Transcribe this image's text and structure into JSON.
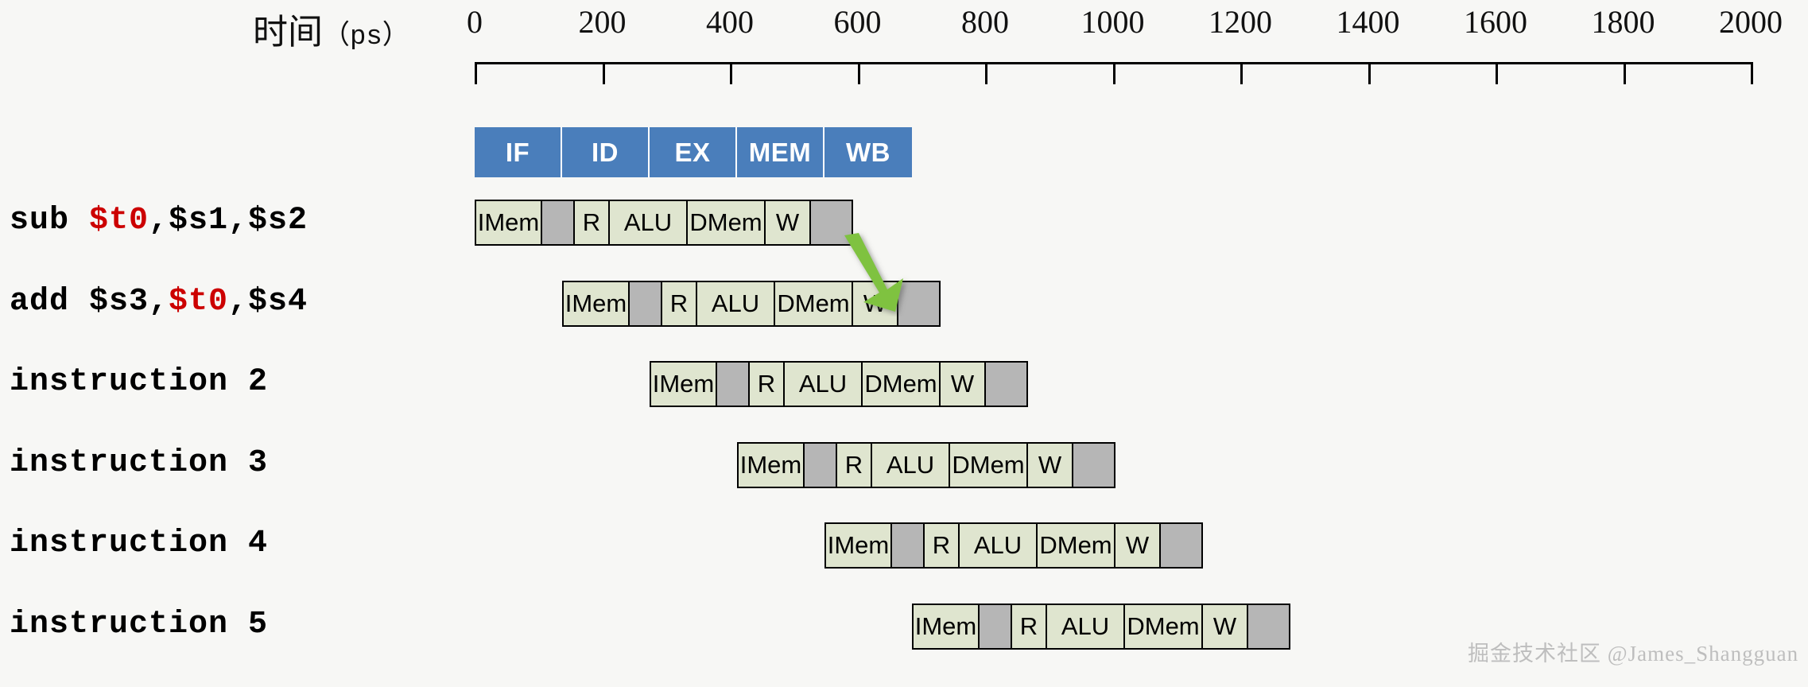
{
  "axis": {
    "title_cn": "时间",
    "title_unit": "（ps）",
    "ticks": [
      0,
      200,
      400,
      600,
      800,
      1000,
      1200,
      1400,
      1600,
      1800,
      2000
    ]
  },
  "stage_header": {
    "labels": [
      "IF",
      "ID",
      "EX",
      "MEM",
      "WB"
    ],
    "color": "#4a7ebb",
    "text_color": "#ffffff"
  },
  "colors": {
    "cell_bg": "#dfe5cf",
    "cell_gray": "#b6b6b6",
    "highlight_register": "#cc0000",
    "arrow_green": "#7fc241",
    "background": "#f7f7f5"
  },
  "rows": [
    {
      "label_parts": [
        {
          "text": "sub ",
          "highlight": false
        },
        {
          "text": "$t0",
          "highlight": true
        },
        {
          "text": ",$s1,$s2",
          "highlight": false
        }
      ],
      "label_plain": "sub $t0,$s1,$s2",
      "cells": [
        {
          "text": "IMem",
          "gray": false
        },
        {
          "text": "",
          "gray": true
        },
        {
          "text": "R",
          "gray": false
        },
        {
          "text": "ALU",
          "gray": false
        },
        {
          "text": "DMem",
          "gray": false
        },
        {
          "text": "W",
          "gray": false
        },
        {
          "text": "",
          "gray": true
        }
      ]
    },
    {
      "label_parts": [
        {
          "text": "add $s3,",
          "highlight": false
        },
        {
          "text": "$t0",
          "highlight": true
        },
        {
          "text": ",$s4",
          "highlight": false
        }
      ],
      "label_plain": "add $s3,$t0,$s4",
      "cells": [
        {
          "text": "IMem",
          "gray": false
        },
        {
          "text": "",
          "gray": true
        },
        {
          "text": "R",
          "gray": false
        },
        {
          "text": "ALU",
          "gray": false
        },
        {
          "text": "DMem",
          "gray": false
        },
        {
          "text": "W",
          "gray": false
        },
        {
          "text": "",
          "gray": true
        }
      ]
    },
    {
      "label_parts": [
        {
          "text": "instruction 2",
          "highlight": false
        }
      ],
      "label_plain": "instruction 2",
      "cells": [
        {
          "text": "IMem",
          "gray": false
        },
        {
          "text": "",
          "gray": true
        },
        {
          "text": "R",
          "gray": false
        },
        {
          "text": "ALU",
          "gray": false
        },
        {
          "text": "DMem",
          "gray": false
        },
        {
          "text": "W",
          "gray": false
        },
        {
          "text": "",
          "gray": true
        }
      ]
    },
    {
      "label_parts": [
        {
          "text": "instruction 3",
          "highlight": false
        }
      ],
      "label_plain": "instruction 3",
      "cells": [
        {
          "text": "IMem",
          "gray": false
        },
        {
          "text": "",
          "gray": true
        },
        {
          "text": "R",
          "gray": false
        },
        {
          "text": "ALU",
          "gray": false
        },
        {
          "text": "DMem",
          "gray": false
        },
        {
          "text": "W",
          "gray": false
        },
        {
          "text": "",
          "gray": true
        }
      ]
    },
    {
      "label_parts": [
        {
          "text": "instruction 4",
          "highlight": false
        }
      ],
      "label_plain": "instruction 4",
      "cells": [
        {
          "text": "IMem",
          "gray": false
        },
        {
          "text": "",
          "gray": true
        },
        {
          "text": "R",
          "gray": false
        },
        {
          "text": "ALU",
          "gray": false
        },
        {
          "text": "DMem",
          "gray": false
        },
        {
          "text": "W",
          "gray": false
        },
        {
          "text": "",
          "gray": true
        }
      ]
    },
    {
      "label_parts": [
        {
          "text": "instruction 5",
          "highlight": false
        }
      ],
      "label_plain": "instruction 5",
      "cells": [
        {
          "text": "IMem",
          "gray": false
        },
        {
          "text": "",
          "gray": true
        },
        {
          "text": "R",
          "gray": false
        },
        {
          "text": "ALU",
          "gray": false
        },
        {
          "text": "DMem",
          "gray": false
        },
        {
          "text": "W",
          "gray": false
        },
        {
          "text": "",
          "gray": true
        }
      ]
    }
  ],
  "forwarding_arrow": {
    "from_row": 0,
    "from_stage": "EX/MEM boundary",
    "to_row": 1,
    "to_stage": "EX"
  },
  "watermark": {
    "text": "掘金技术社区 @James_Shangguan"
  }
}
